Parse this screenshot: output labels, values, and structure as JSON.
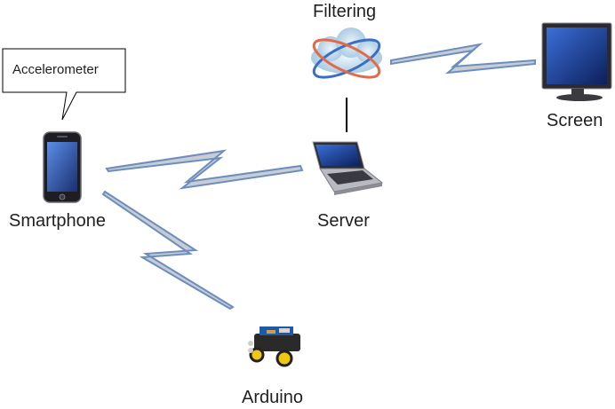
{
  "nodes": {
    "smartphone": {
      "label": "Smartphone",
      "icon": "smartphone-icon"
    },
    "server": {
      "label": "Server",
      "icon": "laptop-icon"
    },
    "filtering": {
      "label": "Filtering",
      "icon": "cloud-icon"
    },
    "screen": {
      "label": "Screen",
      "icon": "monitor-icon"
    },
    "arduino": {
      "label": "Arduino",
      "icon": "robot-car-icon"
    }
  },
  "callout": {
    "text": "Accelerometer"
  },
  "connections": [
    {
      "from": "Smartphone",
      "to": "Server",
      "type": "wireless"
    },
    {
      "from": "Smartphone",
      "to": "Arduino",
      "type": "wireless"
    },
    {
      "from": "Server",
      "to": "Filtering",
      "type": "wired"
    },
    {
      "from": "Filtering",
      "to": "Screen",
      "type": "wireless"
    }
  ],
  "colors": {
    "bolt_fill": "#c8ccd3",
    "bolt_stroke": "#6c8ebf",
    "text": "#1f1f1f"
  }
}
